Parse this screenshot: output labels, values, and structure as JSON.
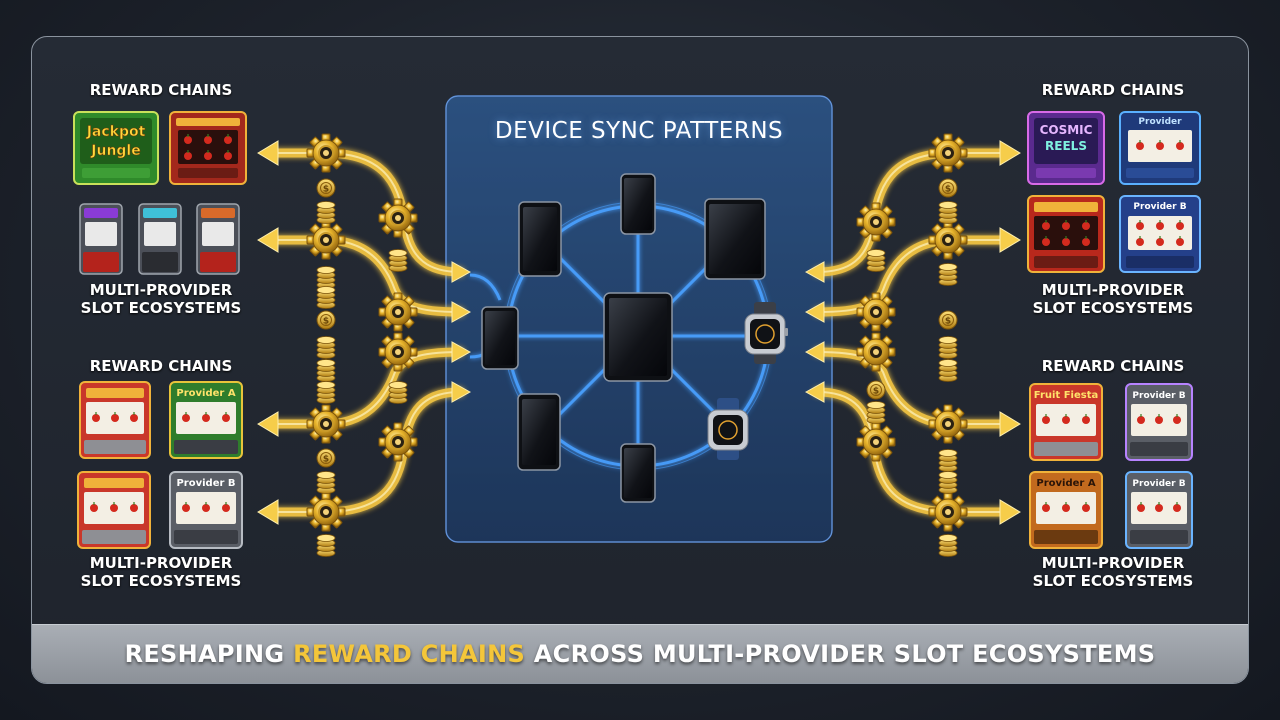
{
  "title": {
    "pre": "RESHAPING ",
    "highlight": "REWARD CHAINS",
    "post": " ACROSS MULTI-PROVIDER SLOT ECOSYSTEMS"
  },
  "center": {
    "title": "DEVICE SYNC PATTERNS"
  },
  "labels": {
    "reward_chains": "REWARD CHAINS",
    "multi_provider_line1": "MULTI-PROVIDER",
    "multi_provider_line2": "SLOT ECOSYSTEMS"
  },
  "machines": {
    "jackpot_jungle_line1": "Jackpot",
    "jackpot_jungle_line2": "Jungle",
    "cosmic_reels_line1": "COSMIC",
    "cosmic_reels_line2": "REELS",
    "fruit_fiesta": "Fruit Fiesta",
    "provider_a": "Provider A",
    "provider_b": "Provider B",
    "provider": "Provider"
  },
  "colors": {
    "accent_gold": "#f4c63a",
    "device_glow": "#3d8bff",
    "banner": "#9ea3aa"
  },
  "icons": [
    "gear-icon",
    "coin-icon",
    "arrow-icon",
    "phone-icon",
    "tablet-icon",
    "smartwatch-icon",
    "slot-machine-icon"
  ]
}
